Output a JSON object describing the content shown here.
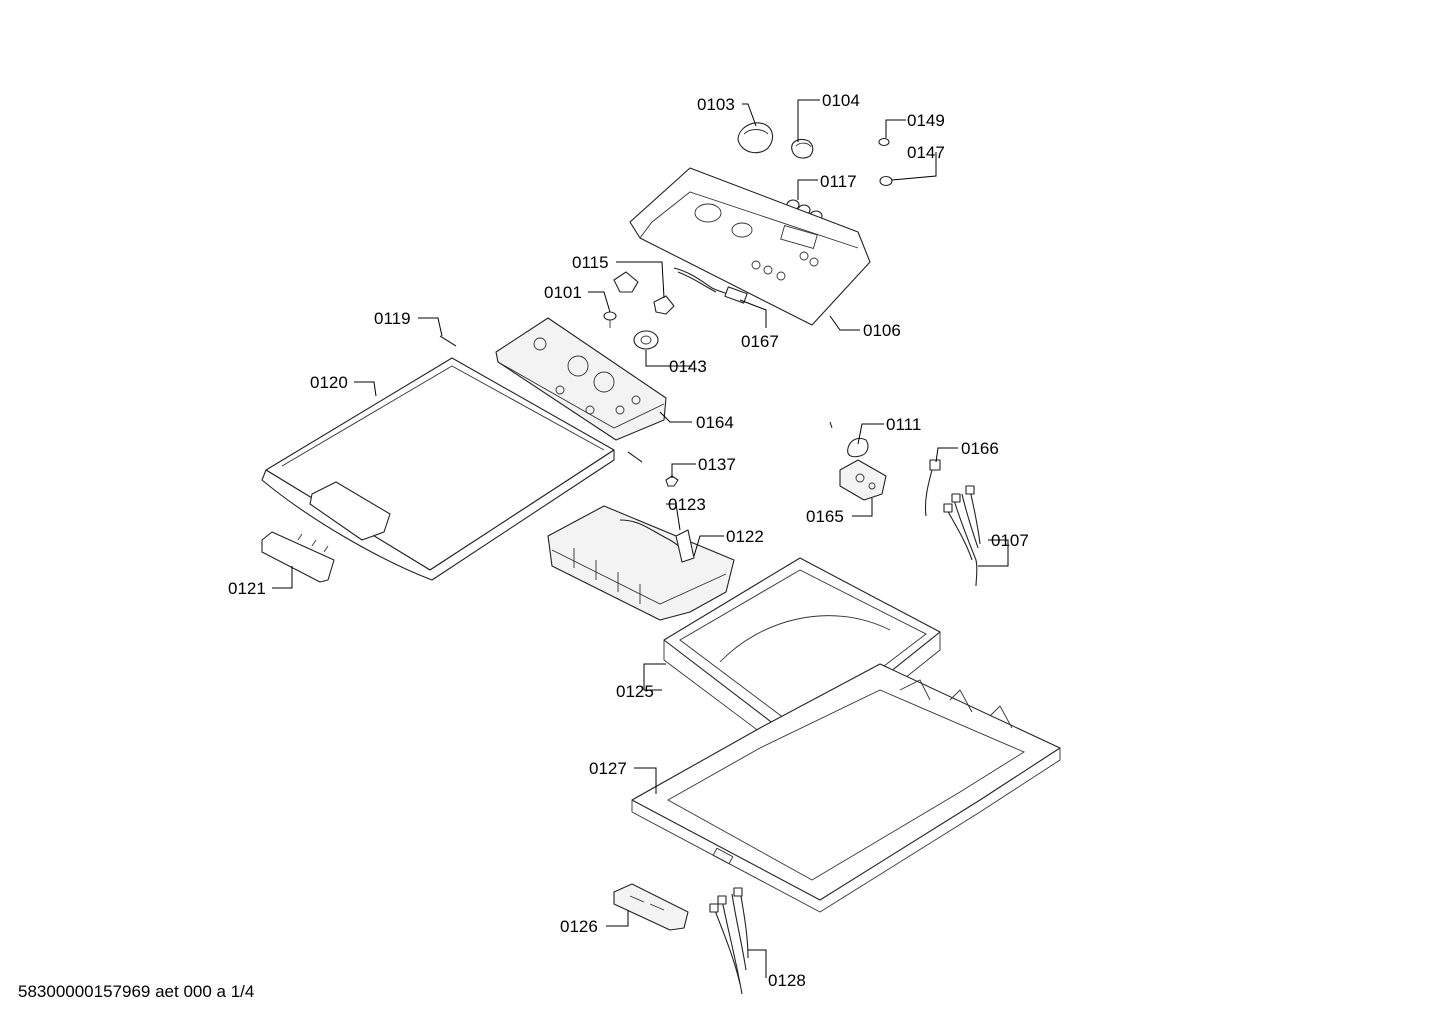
{
  "document": {
    "id_text": "58300000157969 aet 000 a 1/4"
  },
  "parts": [
    {
      "key": "p0103",
      "label": "0103",
      "name": "knob"
    },
    {
      "key": "p0104",
      "label": "0104",
      "name": "knob"
    },
    {
      "key": "p0149",
      "label": "0149",
      "name": "button-cap"
    },
    {
      "key": "p0147",
      "label": "0147",
      "name": "button-cap"
    },
    {
      "key": "p0117",
      "label": "0117",
      "name": "push-buttons"
    },
    {
      "key": "p0115",
      "label": "0115",
      "name": "clip"
    },
    {
      "key": "p0101",
      "label": "0101",
      "name": "screw"
    },
    {
      "key": "p0119",
      "label": "0119",
      "name": "hinge-pin"
    },
    {
      "key": "p0167",
      "label": "0167",
      "name": "cable-harness"
    },
    {
      "key": "p0106",
      "label": "0106",
      "name": "control-panel-fascia"
    },
    {
      "key": "p0143",
      "label": "0143",
      "name": "rotary-switch"
    },
    {
      "key": "p0120",
      "label": "0120",
      "name": "lid"
    },
    {
      "key": "p0164",
      "label": "0164",
      "name": "control-module"
    },
    {
      "key": "p0111",
      "label": "0111",
      "name": "lock-cover"
    },
    {
      "key": "p0166",
      "label": "0166",
      "name": "connector"
    },
    {
      "key": "p0137",
      "label": "0137",
      "name": "small-clip"
    },
    {
      "key": "p0165",
      "label": "0165",
      "name": "door-lock"
    },
    {
      "key": "p0123",
      "label": "0123",
      "name": "dispenser-hose"
    },
    {
      "key": "p0122",
      "label": "0122",
      "name": "detergent-dispenser"
    },
    {
      "key": "p0107",
      "label": "0107",
      "name": "wiring-harness"
    },
    {
      "key": "p0121",
      "label": "0121",
      "name": "lid-handle"
    },
    {
      "key": "p0125",
      "label": "0125",
      "name": "tub-seal-ring"
    },
    {
      "key": "p0127",
      "label": "0127",
      "name": "top-frame"
    },
    {
      "key": "p0126",
      "label": "0126",
      "name": "connector-block"
    },
    {
      "key": "p0128",
      "label": "0128",
      "name": "wiring-harness"
    }
  ]
}
